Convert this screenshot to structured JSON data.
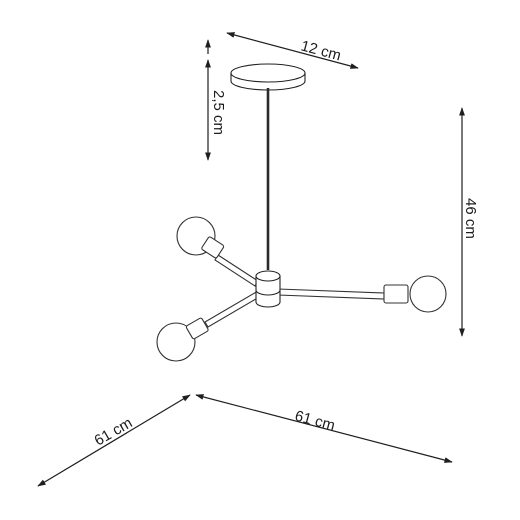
{
  "dimensions": {
    "canopy_width": "12 cm",
    "canopy_height": "2,5 cm",
    "total_height": "46 cm",
    "depth": "61 cm",
    "width": "61 cm"
  },
  "colors": {
    "line": "#1f1f1f",
    "background": "#ffffff"
  }
}
